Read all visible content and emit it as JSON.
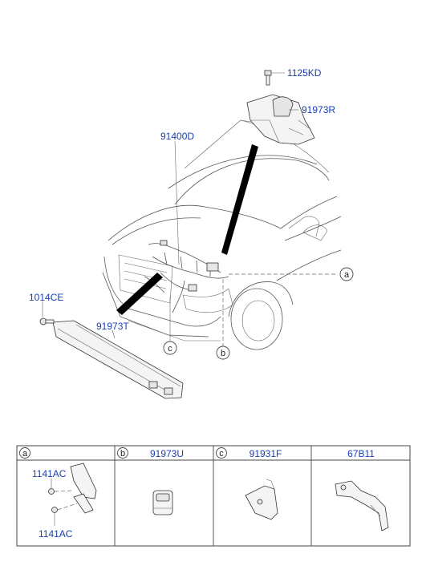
{
  "callouts": {
    "bolt_top": "1125KD",
    "relay_box": "91973R",
    "harness": "91400D",
    "bolt_left": "1014CE",
    "bracket": "91973T"
  },
  "circle_refs": {
    "a": "a",
    "b": "b",
    "c": "c"
  },
  "table": {
    "columns": [
      {
        "circle": "a",
        "code": ""
      },
      {
        "circle": "b",
        "code": "91973U"
      },
      {
        "circle": "c",
        "code": "91931F"
      },
      {
        "circle": "",
        "code": "67B11"
      }
    ],
    "cell_a_labels": [
      "1141AC",
      "1141AC"
    ]
  }
}
